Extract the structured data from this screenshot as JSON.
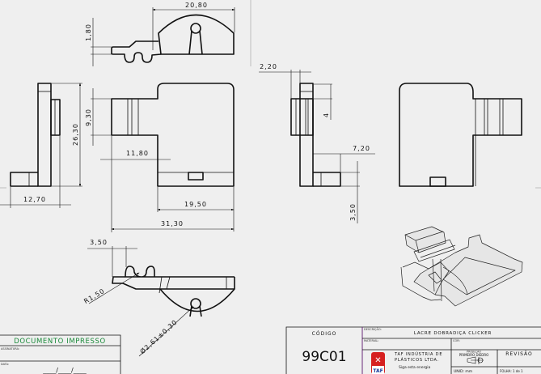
{
  "dimensions": {
    "top_width": "20,80",
    "top_flange_height": "1,80",
    "side_height": "26,30",
    "side_depth": "12,70",
    "tab_height": "9,30",
    "tab_length": "11,80",
    "body_width": "19,50",
    "total_width": "31,30",
    "rib_width": "2,20",
    "rib_offset": "4",
    "foot_length": "7,20",
    "foot_height": "3,50",
    "bottom_flange": "3,50",
    "radius": "R1,50",
    "hole_diameter": "Ø2,61±0,30"
  },
  "print_stamp": {
    "title": "DOCUMENTO IMPRESSO",
    "signature_label": "ASSINATURA:",
    "date_label": "DATA:",
    "date_value": "____/____/____"
  },
  "title_block": {
    "code_label": "CÓDIGO",
    "code": "99C01",
    "description_label": "DESCRIÇÃO:",
    "description": "LACRE DOBRADIÇA CLICKER",
    "material_label": "MATERIAL:",
    "color_label": "COR:",
    "company_line1": "TAF INDÚSTRIA DE",
    "company_line2": "PLÁSTICOS LTDA.",
    "slogan": "Siga esta energia",
    "logo_text": "TAF",
    "projection_label": "PROJEÇÃO",
    "projection": "PRIMEIRO DIEDRO",
    "revision_label": "REVISÃO",
    "unit": "UNID: mm",
    "sheet": "FOLHA: 1 de 1"
  },
  "colors": {
    "stamp_green": "#1a8a3a",
    "logo_red": "#d62020",
    "logo_blue": "#1a3a9a"
  }
}
